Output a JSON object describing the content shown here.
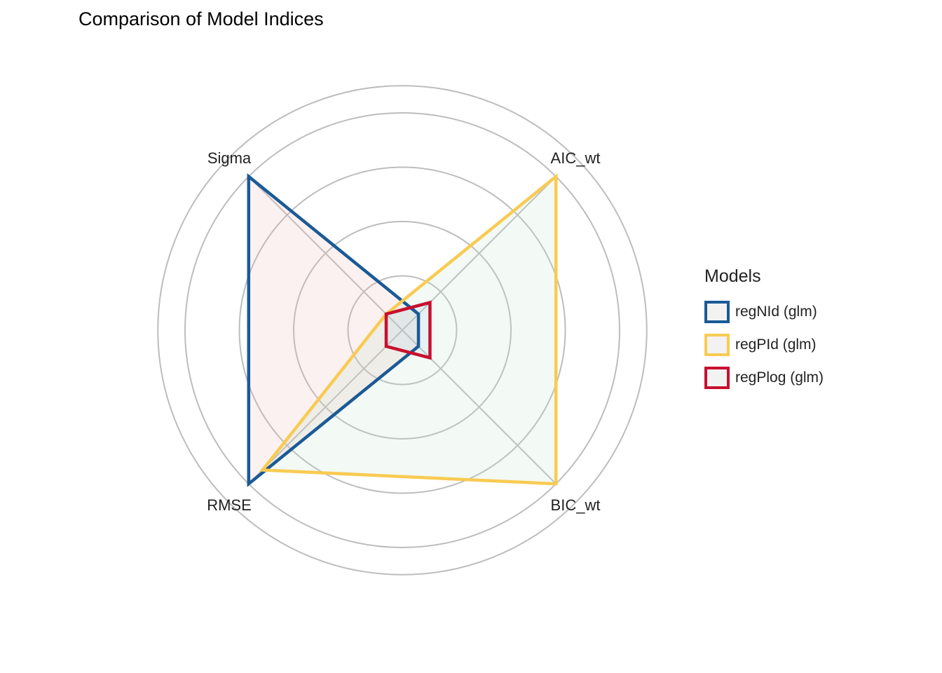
{
  "chart_data": {
    "type": "radar",
    "title": "Comparison of Model Indices",
    "axes": [
      "Sigma",
      "AIC_wt",
      "BIC_wt",
      "RMSE"
    ],
    "rlim": [
      0,
      1.125
    ],
    "grid_levels": [
      0.25,
      0.5,
      0.75,
      1.0,
      1.125
    ],
    "legend": {
      "title": "Models",
      "position": "right"
    },
    "series": [
      {
        "name": "regNId (glm)",
        "color": "#1a5a96",
        "fill": "#e8b4b4",
        "values": [
          1.0,
          0.105,
          0.105,
          1.0
        ]
      },
      {
        "name": "regPId (glm)",
        "color": "#f8cb52",
        "fill": "#bfe0c4",
        "values": [
          0.105,
          1.0,
          1.0,
          0.91
        ]
      },
      {
        "name": "regPlog (glm)",
        "color": "#c8102e",
        "fill": "#a8cbe8",
        "values": [
          0.105,
          0.18,
          0.18,
          0.105
        ]
      }
    ]
  }
}
